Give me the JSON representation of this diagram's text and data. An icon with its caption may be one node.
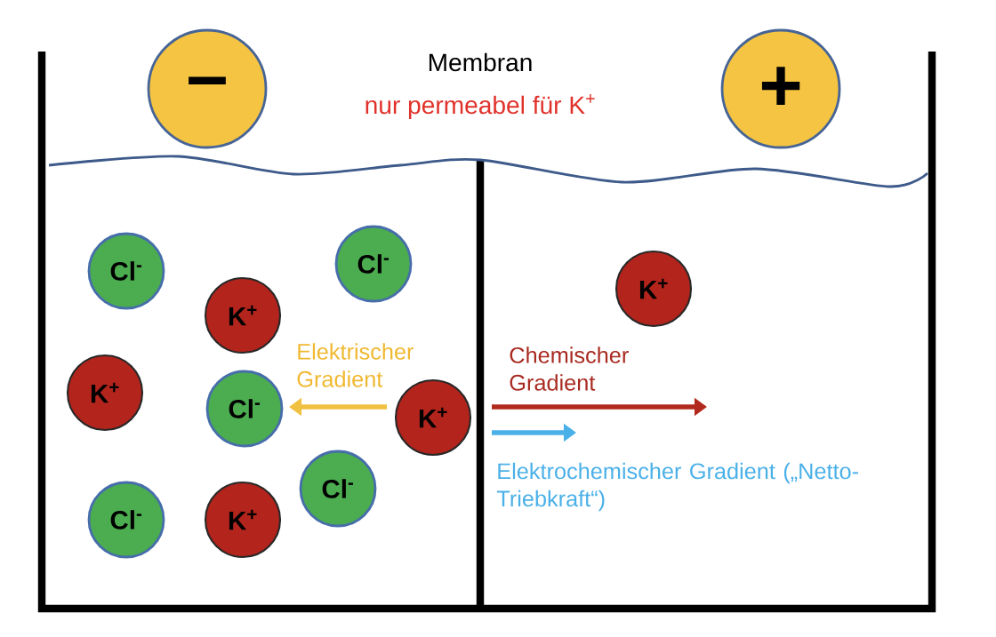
{
  "diagram": {
    "nodes": [
      {
        "text": [
          "–"
        ]
      },
      {
        "text": [
          "+"
        ]
      },
      {
        "text": [
          "Cl$^{-}$"
        ]
      },
      {
        "text": [
          "Cl$^{-}$"
        ]
      },
      {
        "text": [
          "K$^{+}$"
        ]
      },
      {
        "text": [
          "K$^{+}$"
        ]
      },
      {
        "text": [
          "K$^{+}$"
        ]
      },
      {
        "text": [
          "Cl$^{-}$"
        ]
      },
      {
        "text": [
          "K$^{+}$"
        ]
      },
      {
        "text": [
          "Cl$^{-}$"
        ]
      },
      {
        "text": [
          "Cl$^{-}$"
        ]
      },
      {
        "text": [
          "K$^{+}$"
        ]
      }
    ],
    "labels": [
      "Membran",
      "nur permeabel für K$^{+}$",
      "Elektrischer Gradient",
      "Chemischer Gradient",
      "Elektrochemischer Gradient („Netto-Triebkraft“)"
    ]
  }
}
